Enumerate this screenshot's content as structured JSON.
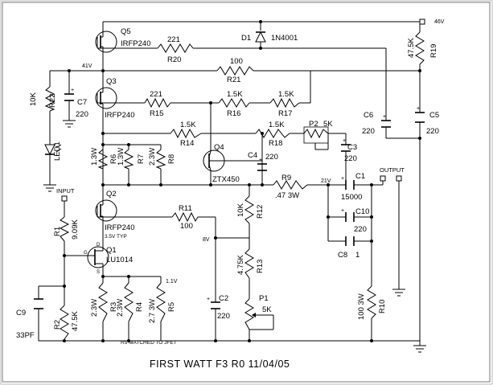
{
  "title": "FIRST WATT F3  R0  11/04/05",
  "supply": {
    "vplus": "46V",
    "node41": "41V",
    "node21": "21V",
    "node8": "8V",
    "node11": "1.1V"
  },
  "io": {
    "input": "INPUT",
    "output": "OUTPUT"
  },
  "components": {
    "q5": {
      "ref": "Q5",
      "value": "IRFP240"
    },
    "q3": {
      "ref": "Q3",
      "value": "IRFP240"
    },
    "q4": {
      "ref": "Q4",
      "value": "ZTX450"
    },
    "q2": {
      "ref": "Q2",
      "value": "IRFP240",
      "note": "3.5V TYP"
    },
    "q1": {
      "ref": "Q1",
      "value": "LU1014"
    },
    "d1": {
      "ref": "D1",
      "value": "1N4001"
    },
    "led1": {
      "ref": "LED1"
    },
    "r1": {
      "ref": "R1",
      "value": "9.09K"
    },
    "r2": {
      "ref": "R2",
      "value": "47.5K"
    },
    "r3": {
      "ref": "R3",
      "value": "2.3W"
    },
    "r4": {
      "ref": "R4",
      "value": "2.3W"
    },
    "r5": {
      "ref": "R5",
      "value": "2.7 3W"
    },
    "r6": {
      "ref": "R6",
      "value": "1.3W"
    },
    "r7": {
      "ref": "R7",
      "value": "1.3W"
    },
    "r8": {
      "ref": "R8",
      "value": "2.3W"
    },
    "r9": {
      "ref": "R9",
      "value": ".47 3W"
    },
    "r10": {
      "ref": "R10",
      "value": "100 3W"
    },
    "r11": {
      "ref": "R11",
      "value": "100"
    },
    "r12": {
      "ref": "R12",
      "value": "10K"
    },
    "r13": {
      "ref": "R13",
      "value": "4.75K"
    },
    "r14": {
      "ref": "R14",
      "value": "1.5K"
    },
    "r15": {
      "ref": "R15",
      "value": "221"
    },
    "r16": {
      "ref": "R16",
      "value": "1.5K"
    },
    "r17": {
      "ref": "R17",
      "value": "1.5K"
    },
    "r18": {
      "ref": "R18",
      "value": "1.5K"
    },
    "r19": {
      "ref": "R19",
      "value": "47.5K"
    },
    "r20": {
      "ref": "R20",
      "value": "221"
    },
    "r21": {
      "ref": "R21",
      "value": "100"
    },
    "r22": {
      "ref": "R22",
      "value": "10K"
    },
    "p1": {
      "ref": "P1",
      "value": "5K"
    },
    "p2": {
      "ref": "P2",
      "value": "5K"
    },
    "c1": {
      "ref": "C1",
      "value": "15000"
    },
    "c2": {
      "ref": "C2",
      "value": "220"
    },
    "c3": {
      "ref": "C3",
      "value": "220"
    },
    "c4": {
      "ref": "C4",
      "value": "220"
    },
    "c5": {
      "ref": "C5",
      "value": "220"
    },
    "c6": {
      "ref": "C6",
      "value": "220"
    },
    "c7": {
      "ref": "C7",
      "value": "220"
    },
    "c8": {
      "ref": "C8",
      "value": "1"
    },
    "c9": {
      "ref": "C9",
      "value": "33PF"
    },
    "c10": {
      "ref": "C10",
      "value": "220"
    }
  },
  "notes": {
    "r5match": "R5 MATCHED TO JFET",
    "pin_g": "G",
    "pin_s": "S",
    "pin_d": "D"
  }
}
